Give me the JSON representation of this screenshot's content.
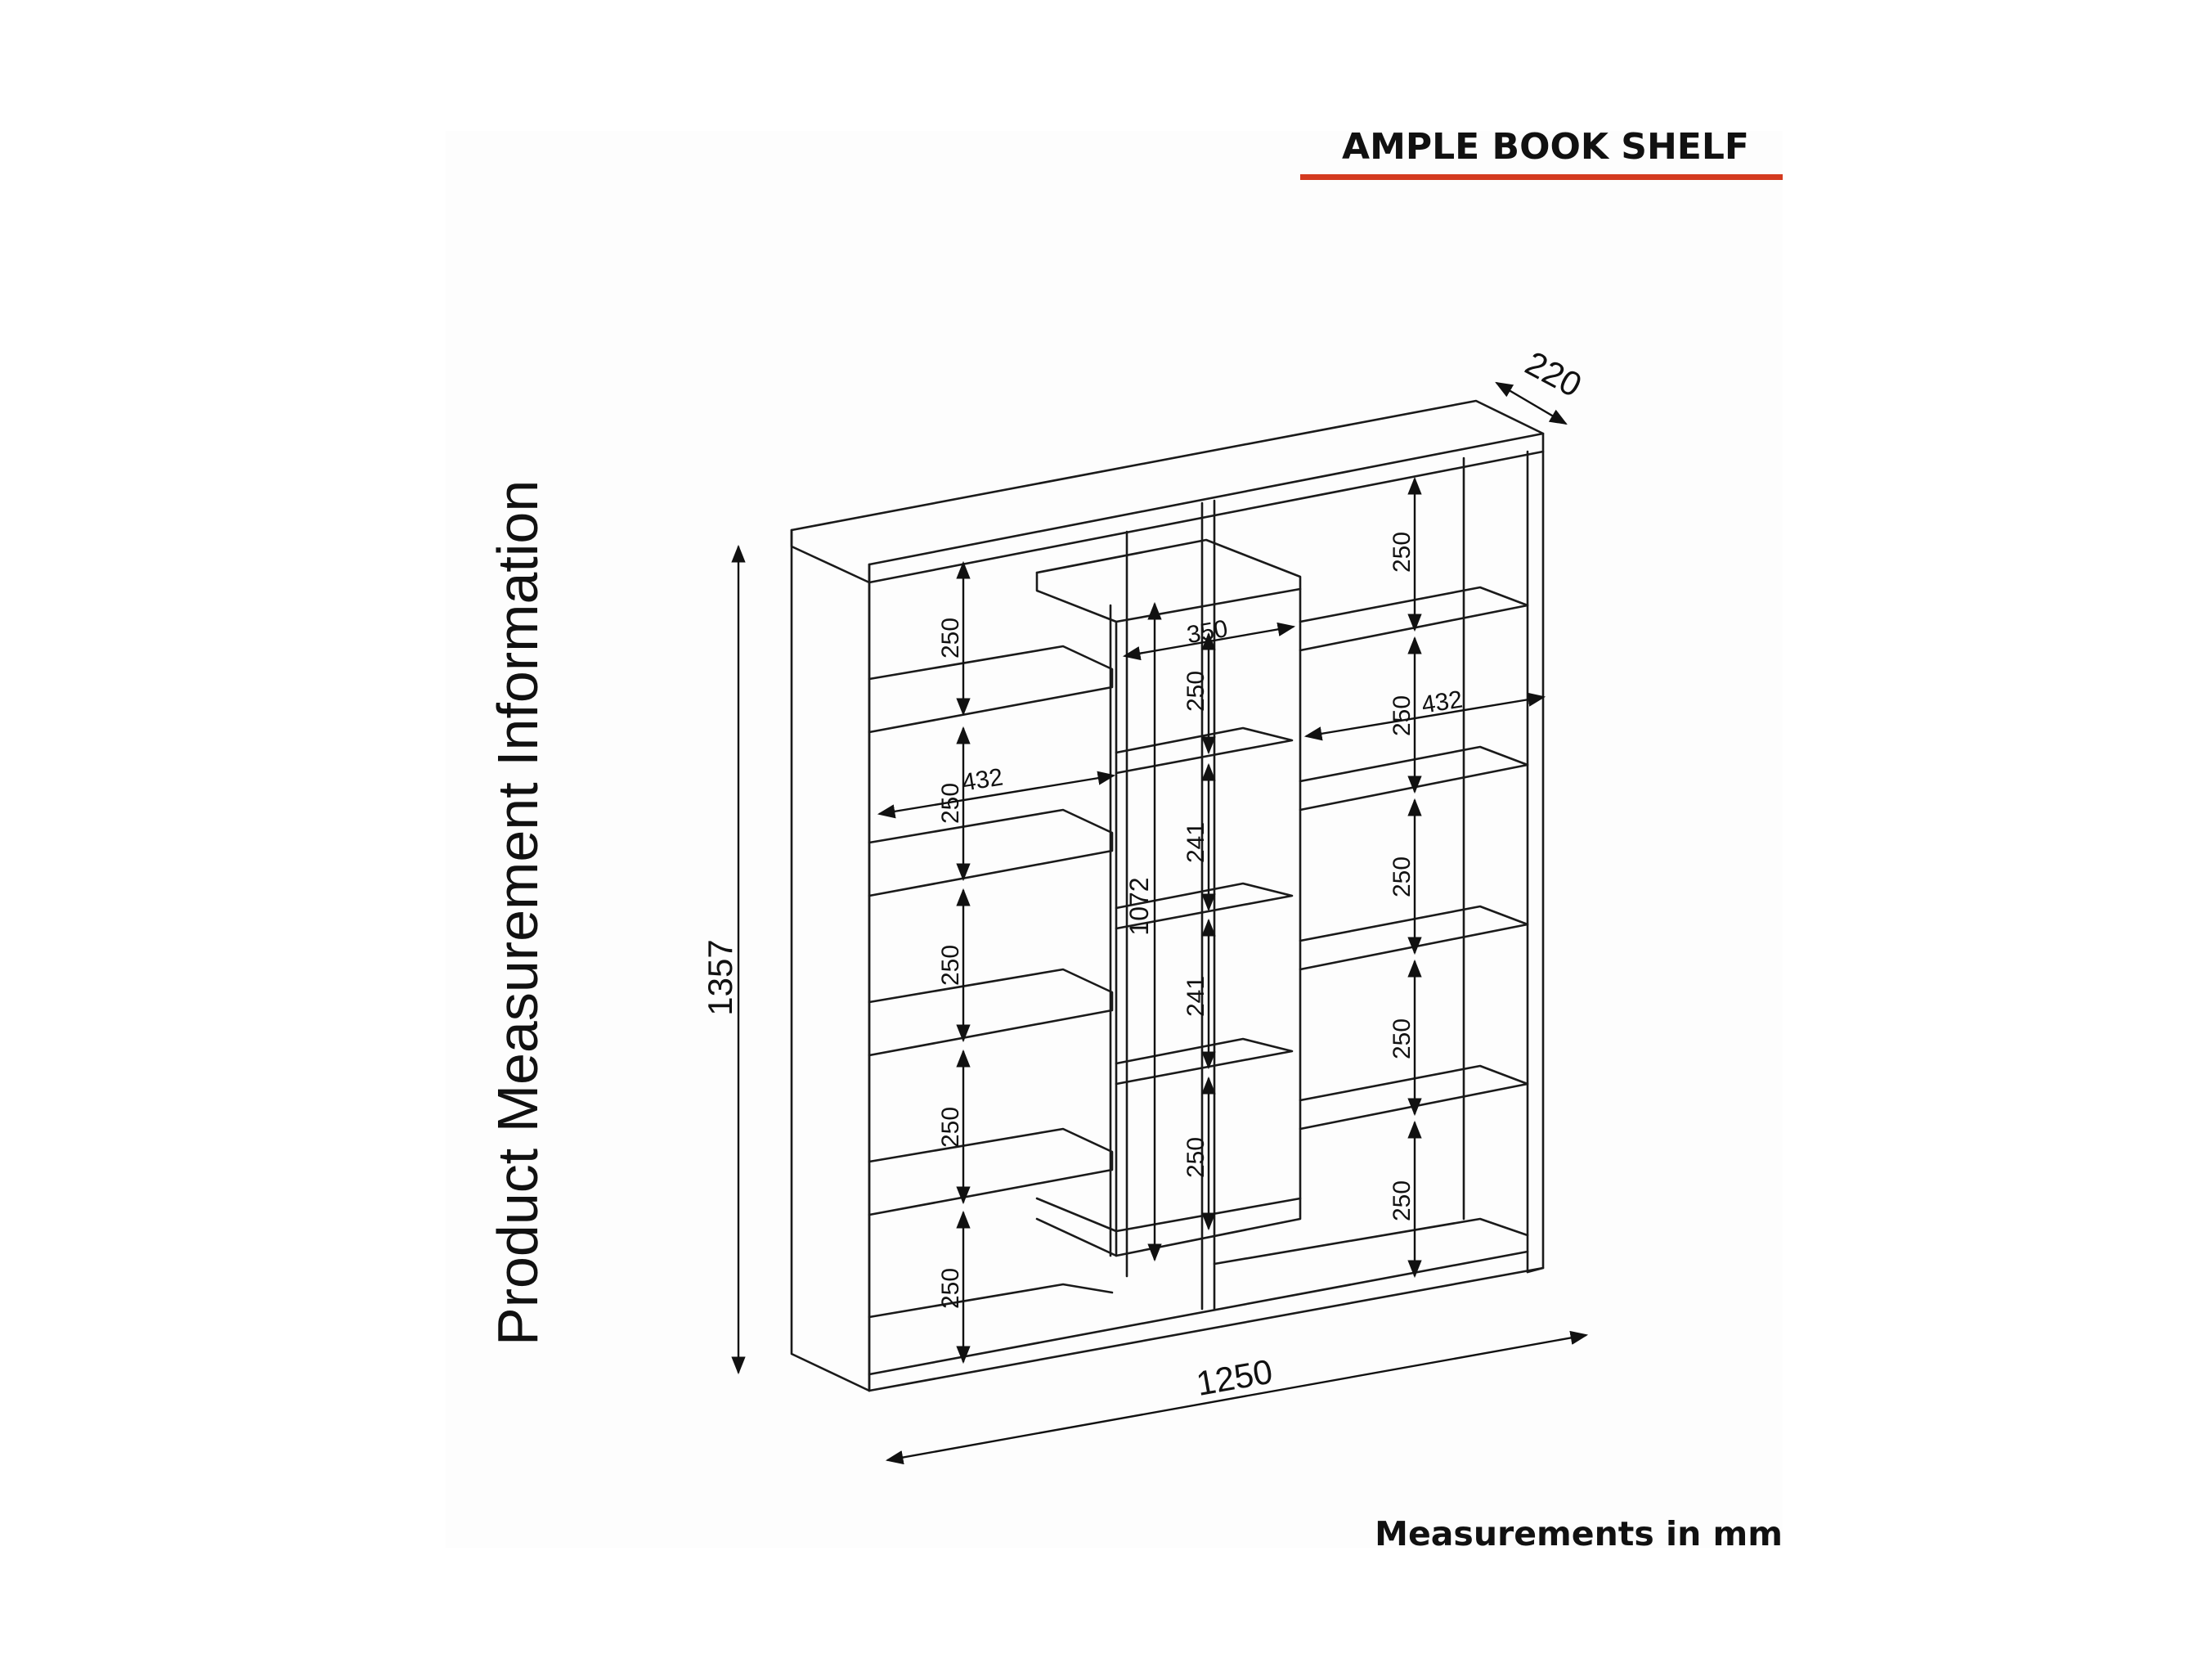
{
  "header": {
    "title": "AMPLE BOOK SHELF",
    "accent_color": "#d43a1f"
  },
  "side_label": "Product Measurement Information",
  "footer": {
    "units_note": "Measurements in mm"
  },
  "dimensions": {
    "overall_height": "1357",
    "overall_width": "1250",
    "depth": "220",
    "central_column_height": "1072",
    "central_column_width": "350",
    "left_shelf_width": "432",
    "right_shelf_width": "432",
    "left_compartments": [
      "250",
      "250",
      "250",
      "250",
      "250"
    ],
    "center_compartments": [
      "250",
      "241",
      "241",
      "250"
    ],
    "right_compartments": [
      "250",
      "250",
      "250",
      "250",
      "250"
    ]
  }
}
